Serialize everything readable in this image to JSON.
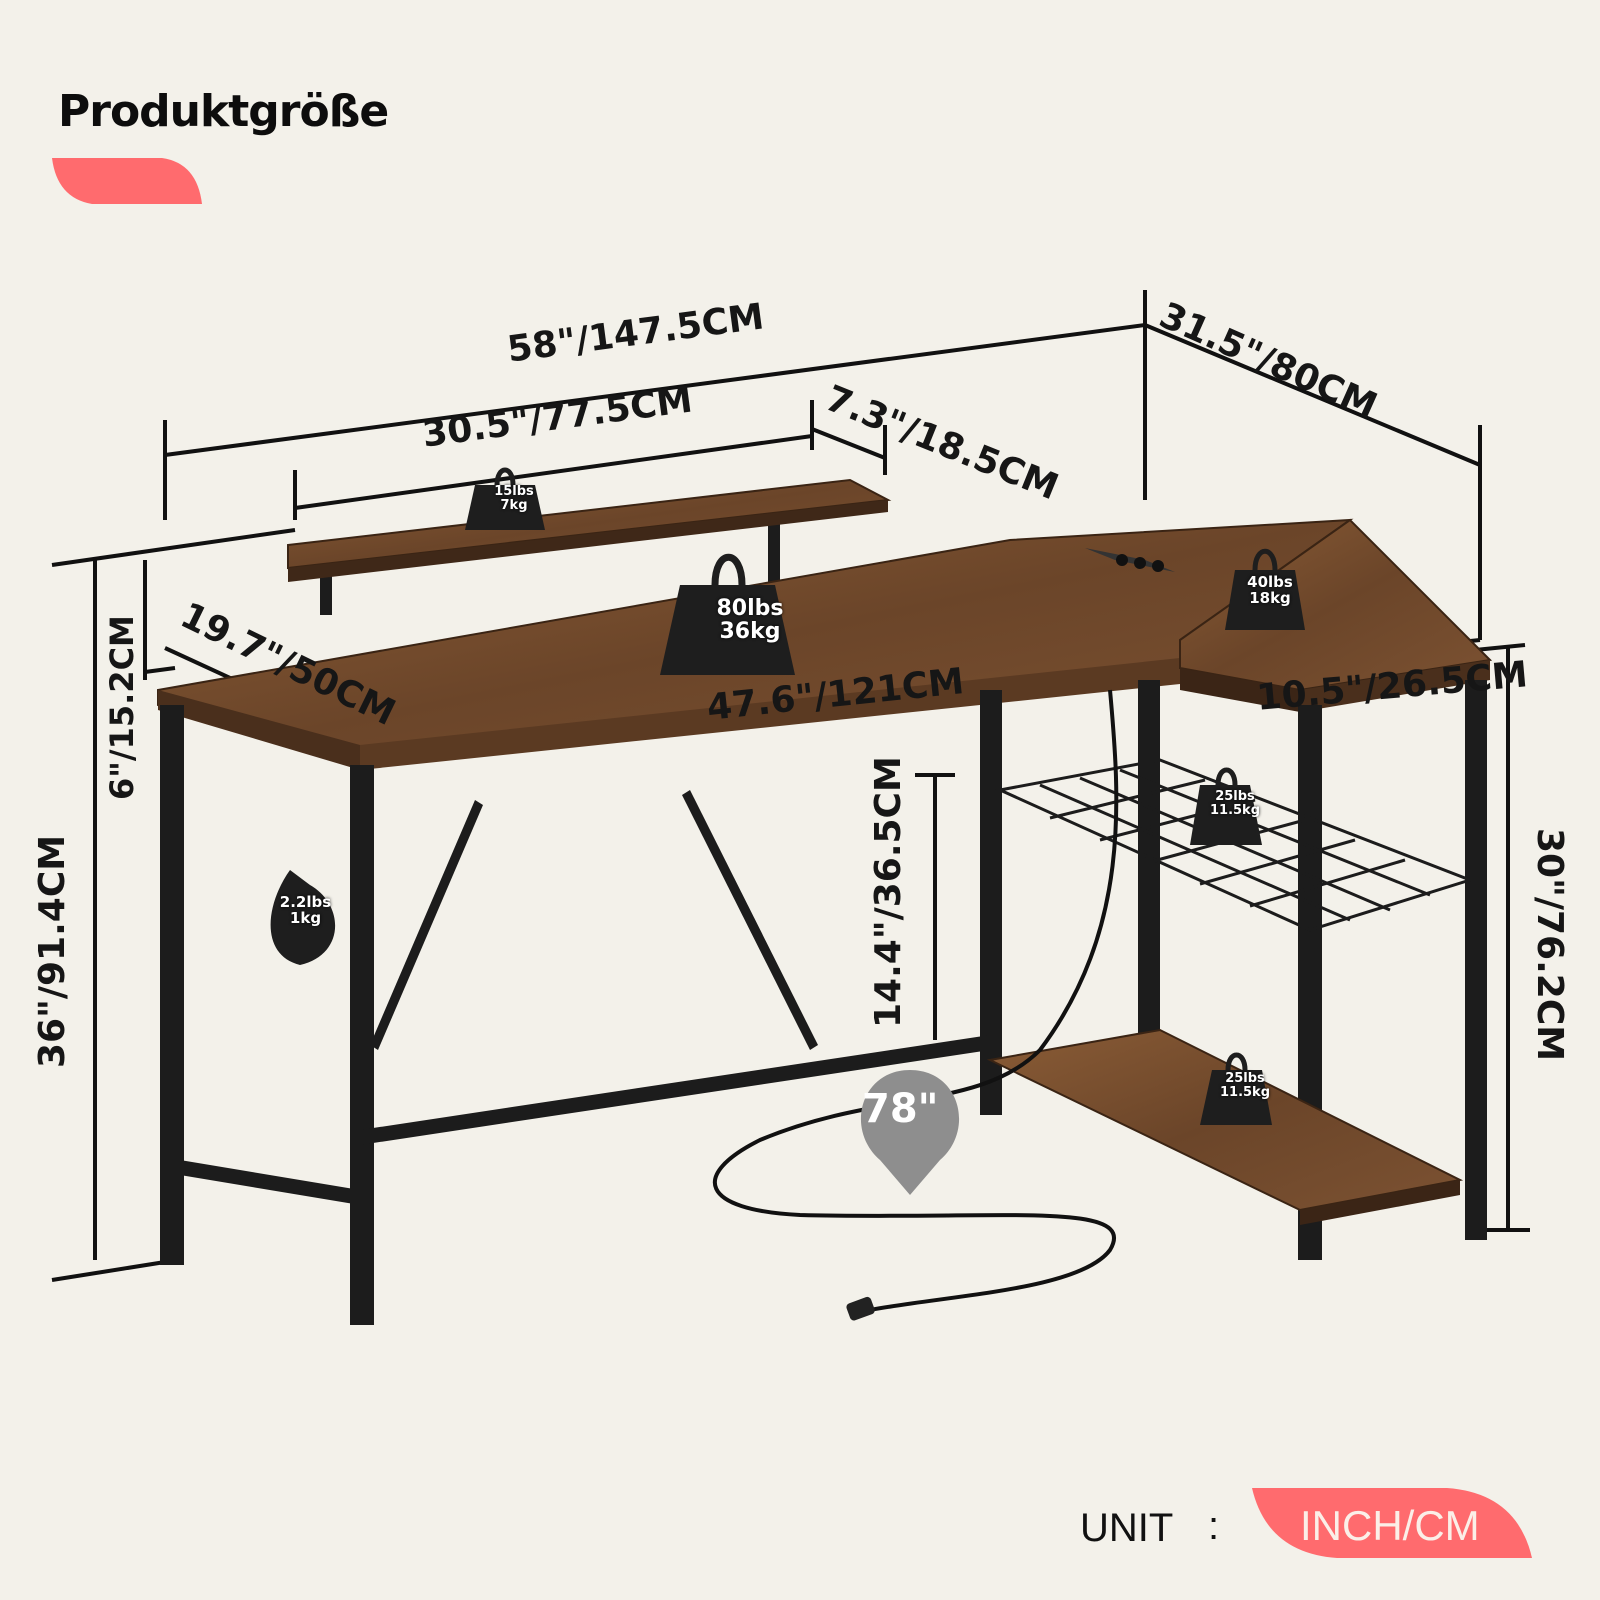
{
  "header": {
    "title": "Produktgröße",
    "accent_color": "#ff6b6e"
  },
  "dimensions": {
    "overall_width": "58\"/147.5CM",
    "monitor_stand_width": "30.5\"/77.5CM",
    "monitor_stand_depth": "7.3\"/18.5CM",
    "return_length": "31.5\"/80CM",
    "desk_depth": "19.7\"/50CM",
    "main_desk_inner_width": "47.6\"/121CM",
    "return_depth": "10.5\"/26.5CM",
    "monitor_stand_height": "6\"/15.2CM",
    "overall_height": "36\"/91.4CM",
    "desk_height": "30\"/76.2CM",
    "shelf_clearance": "14.4\"/36.5CM"
  },
  "weights": {
    "monitor_stand": {
      "lbs": "15lbs",
      "kg": "7kg"
    },
    "desktop": {
      "lbs": "80lbs",
      "kg": "36kg"
    },
    "return_top": {
      "lbs": "40lbs",
      "kg": "18kg"
    },
    "wire_basket": {
      "lbs": "25lbs",
      "kg": "11.5kg"
    },
    "bottom_shelf": {
      "lbs": "25lbs",
      "kg": "11.5kg"
    },
    "hook": {
      "lbs": "2.2lbs",
      "kg": "1kg"
    }
  },
  "power_cord": {
    "length": "78\"",
    "badge_color": "#8e8e8e"
  },
  "unit": {
    "label": "UNIT",
    "separator": ":",
    "value": "INCH/CM",
    "pill_color": "#ff6b6e"
  },
  "colors": {
    "background": "#f3f1ea",
    "wood": "#6e4a2e",
    "frame": "#1c1c1c"
  }
}
